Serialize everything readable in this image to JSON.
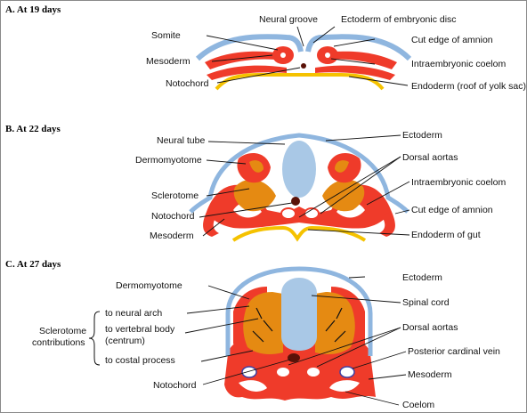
{
  "colors": {
    "ectoderm": "#a9c8e6",
    "mesoderm": "#ef3b2a",
    "sclerotome": "#e58a12",
    "endoderm": "#f5c200",
    "notochord": "#5a1208",
    "border": "#8a8a8a"
  },
  "panel_a": {
    "title": "A. At 19 days",
    "labels": {
      "neural_groove": "Neural groove",
      "ectoderm_disc": "Ectoderm of embryonic disc",
      "somite": "Somite",
      "cut_edge": "Cut edge of amnion",
      "mesoderm": "Mesoderm",
      "coelom": "Intraembryonic coelom",
      "notochord": "Notochord",
      "endoderm": "Endoderm (roof of yolk sac)"
    }
  },
  "panel_b": {
    "title": "B. At 22 days",
    "labels": {
      "neural_tube": "Neural tube",
      "ectoderm": "Ectoderm",
      "dermomyotome": "Dermomyotome",
      "dorsal_aortas": "Dorsal aortas",
      "sclerotome": "Sclerotome",
      "coelom": "Intraembryonic coelom",
      "notochord": "Notochord",
      "cut_edge": "Cut edge of amnion",
      "mesoderm": "Mesoderm",
      "endoderm_gut": "Endoderm of gut"
    }
  },
  "panel_c": {
    "title": "C. At 27 days",
    "labels": {
      "ectoderm": "Ectoderm",
      "dermomyotome": "Dermomyotome",
      "spinal_cord": "Spinal cord",
      "sclerotome_1": "Sclerotome",
      "sclerotome_2": "contributions",
      "neural_arch": "to neural arch",
      "vertebral_body": "to vertebral body",
      "centrum": "(centrum)",
      "costal_process": "to costal process",
      "dorsal_aortas": "Dorsal aortas",
      "posterior_cardinal": "Posterior cardinal vein",
      "mesoderm": "Mesoderm",
      "notochord": "Notochord",
      "coelom": "Coelom"
    }
  }
}
